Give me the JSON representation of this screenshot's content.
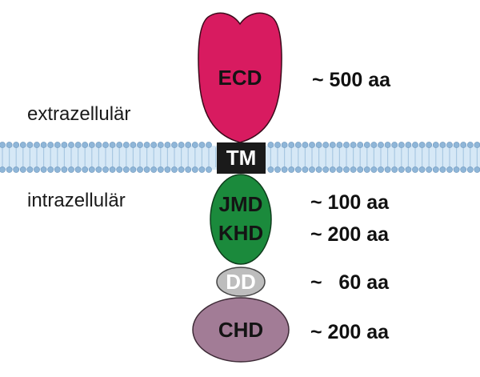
{
  "labels": {
    "extracellular": "extrazellulär",
    "intracellular": "intrazellulär"
  },
  "domains": {
    "ecd": "ECD",
    "tm": "TM",
    "jmd": "JMD",
    "khd": "KHD",
    "dd": "DD",
    "chd": "CHD"
  },
  "sizes": {
    "ecd": "~ 500 aa",
    "jmd": "~ 100 aa",
    "khd": "~ 200 aa",
    "dd": "~   60 aa",
    "chd": "~ 200 aa"
  },
  "colors": {
    "ecd": "#d81b60",
    "tm": "#1a1a1a",
    "jmd_khd": "#1b8a3c",
    "dd": "#bdbdbd",
    "chd": "#a27c96",
    "membrane_head": "#8fb6d8",
    "membrane_tail": "#cfe3f3"
  }
}
